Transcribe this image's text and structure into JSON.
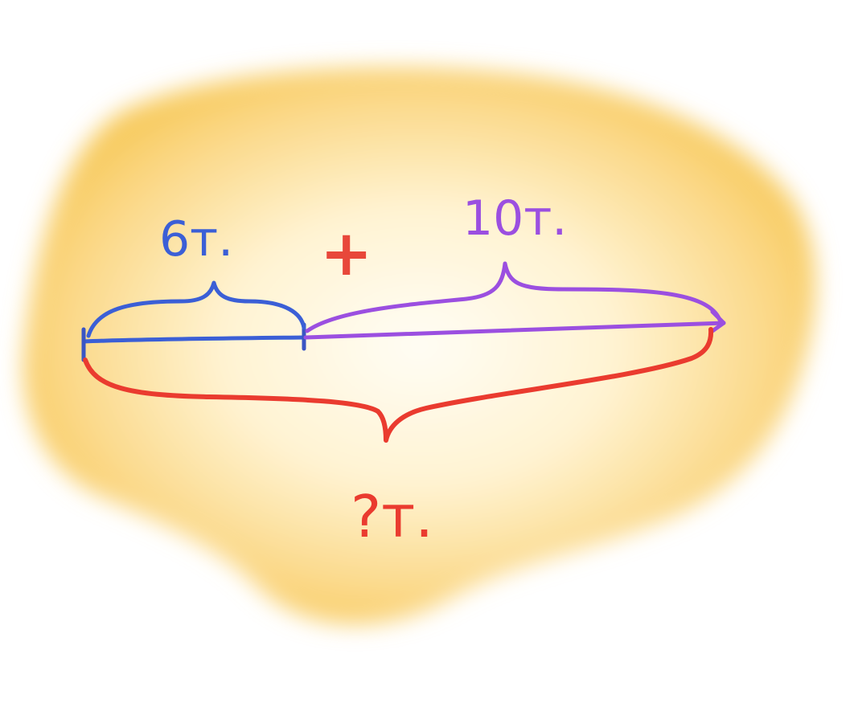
{
  "diagram": {
    "left_segment": {
      "label": "6т.",
      "color": "#3b5fd6"
    },
    "right_segment": {
      "label": "10т.",
      "color": "#9b4fe0"
    },
    "operator": {
      "symbol": "+",
      "color": "#e8473a"
    },
    "total": {
      "label": "?т.",
      "color": "#ea3b2f"
    },
    "background_color": "#f7c95a"
  }
}
